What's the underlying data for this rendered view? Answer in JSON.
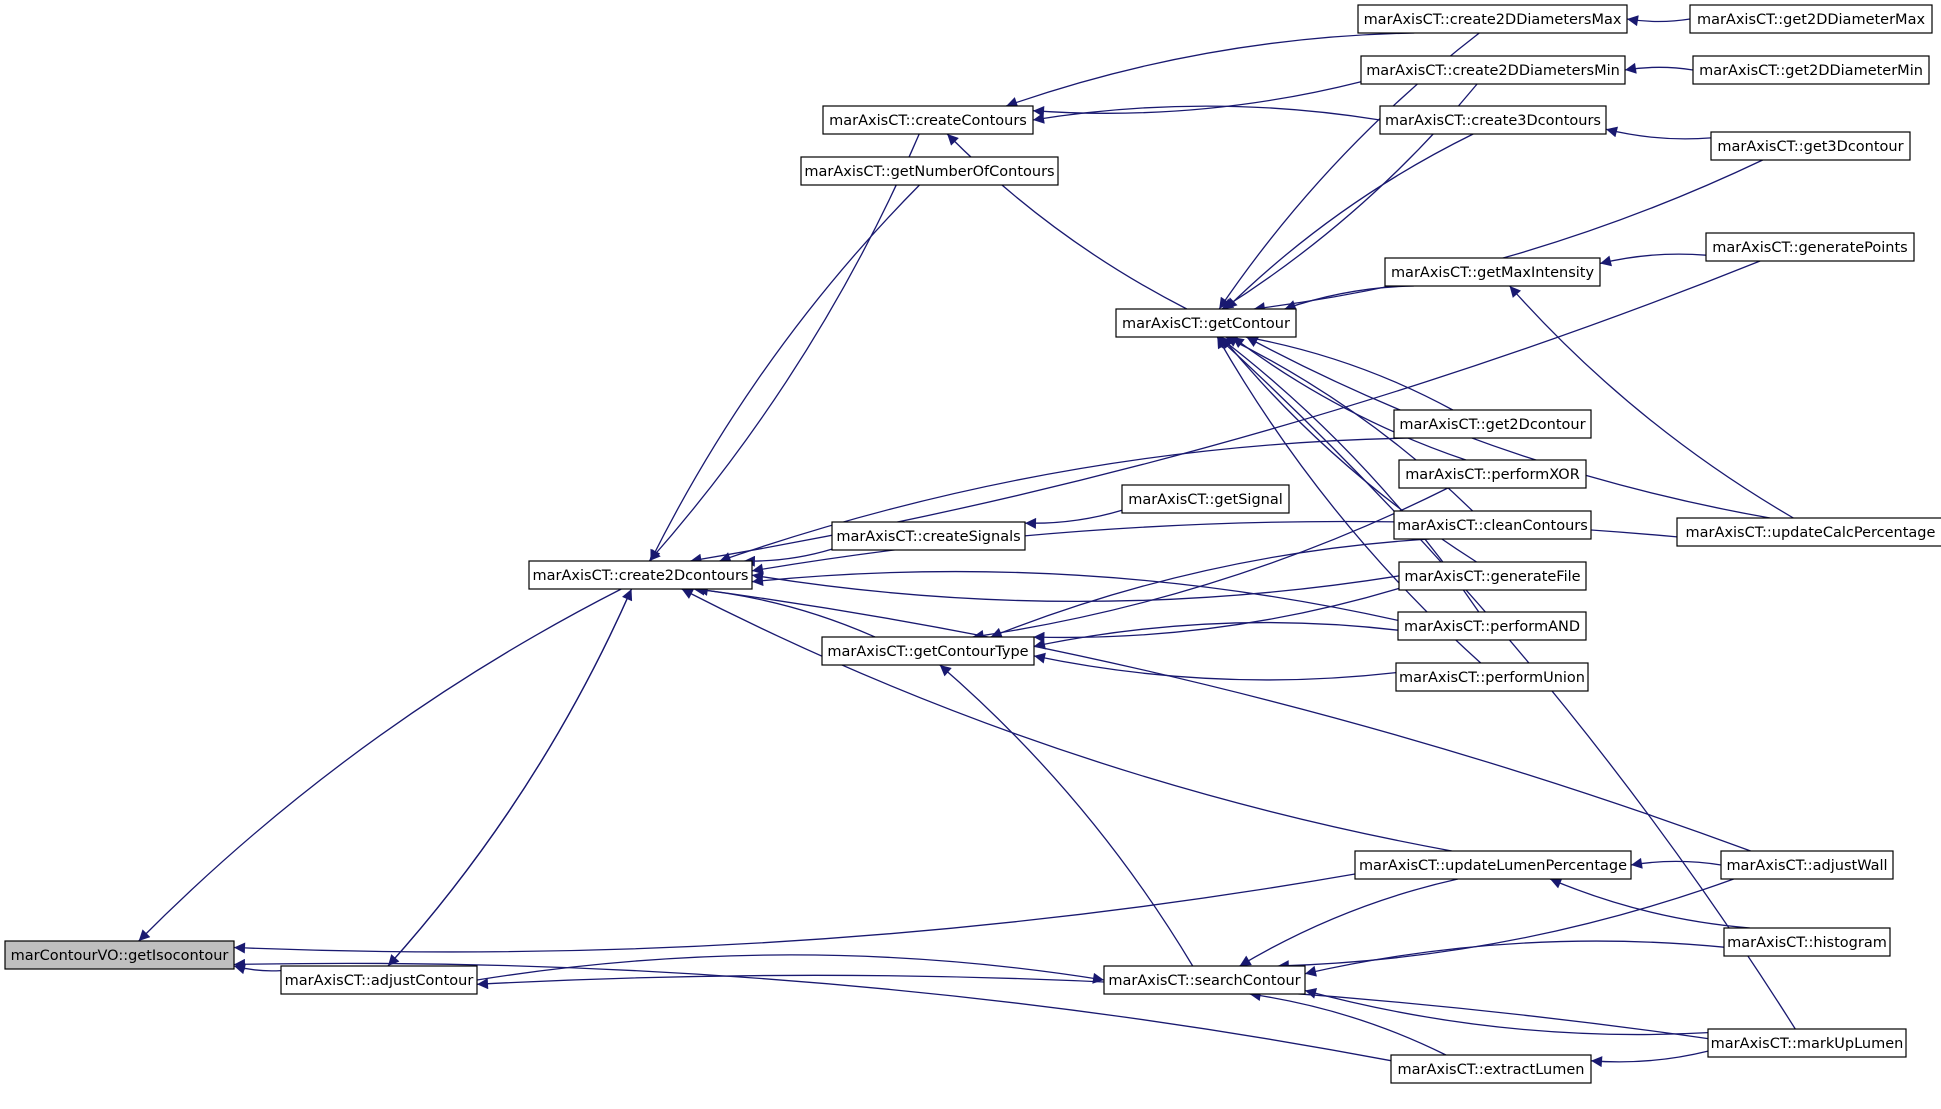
{
  "colors": {
    "edge": "#191970",
    "node_border": "#000000",
    "node_fill": "#ffffff",
    "root_fill": "#bfbfbf"
  },
  "nodes": {
    "getIsocontour": "marContourVO::getIsocontour",
    "adjustContour": "marAxisCT::adjustContour",
    "create2Dcontours": "marAxisCT::create2Dcontours",
    "createContours": "marAxisCT::createContours",
    "getNumberOfContours": "marAxisCT::getNumberOfContours",
    "createSignals": "marAxisCT::createSignals",
    "getContourType": "marAxisCT::getContourType",
    "getContour": "marAxisCT::getContour",
    "getSignal": "marAxisCT::getSignal",
    "searchContour": "marAxisCT::searchContour",
    "updateLumenPercentage": "marAxisCT::updateLumenPercentage",
    "extractLumen": "marAxisCT::extractLumen",
    "create2DDiametersMax": "marAxisCT::create2DDiametersMax",
    "create2DDiametersMin": "marAxisCT::create2DDiametersMin",
    "create3Dcontours": "marAxisCT::create3Dcontours",
    "getMaxIntensity": "marAxisCT::getMaxIntensity",
    "get2Dcontour": "marAxisCT::get2Dcontour",
    "performXOR": "marAxisCT::performXOR",
    "cleanContours": "marAxisCT::cleanContours",
    "generateFile": "marAxisCT::generateFile",
    "performAND": "marAxisCT::performAND",
    "performUnion": "marAxisCT::performUnion",
    "get2DDiameterMax": "marAxisCT::get2DDiameterMax",
    "get2DDiameterMin": "marAxisCT::get2DDiameterMin",
    "get3Dcontour": "marAxisCT::get3Dcontour",
    "generatePoints": "marAxisCT::generatePoints",
    "updateCalcPercentage": "marAxisCT::updateCalcPercentage",
    "adjustWall": "marAxisCT::adjustWall",
    "histogram": "marAxisCT::histogram",
    "markUpLumen": "marAxisCT::markUpLumen"
  },
  "root_node": "getIsocontour",
  "edges": [
    [
      "adjustContour",
      "getIsocontour"
    ],
    [
      "create2Dcontours",
      "getIsocontour"
    ],
    [
      "updateLumenPercentage",
      "getIsocontour"
    ],
    [
      "extractLumen",
      "getIsocontour"
    ],
    [
      "create2Dcontours",
      "adjustContour"
    ],
    [
      "markUpLumen",
      "adjustContour"
    ],
    [
      "adjustContour",
      "searchContour"
    ],
    [
      "adjustContour",
      "create2Dcontours"
    ],
    [
      "createContours",
      "create2Dcontours"
    ],
    [
      "getNumberOfContours",
      "create2Dcontours"
    ],
    [
      "createSignals",
      "create2Dcontours"
    ],
    [
      "getContourType",
      "create2Dcontours"
    ],
    [
      "generatePoints",
      "create2Dcontours"
    ],
    [
      "get2Dcontour",
      "create2Dcontours"
    ],
    [
      "generateFile",
      "create2Dcontours"
    ],
    [
      "performAND",
      "create2Dcontours"
    ],
    [
      "updateLumenPercentage",
      "create2Dcontours"
    ],
    [
      "adjustWall",
      "create2Dcontours"
    ],
    [
      "getSignal",
      "createSignals"
    ],
    [
      "create2DDiametersMax",
      "createContours"
    ],
    [
      "create2DDiametersMin",
      "createContours"
    ],
    [
      "create3Dcontours",
      "createContours"
    ],
    [
      "getContour",
      "createContours"
    ],
    [
      "create2DDiametersMax",
      "getContour"
    ],
    [
      "create2DDiametersMin",
      "getContour"
    ],
    [
      "create3Dcontours",
      "getContour"
    ],
    [
      "get3Dcontour",
      "getContour"
    ],
    [
      "getMaxIntensity",
      "getContour"
    ],
    [
      "updateCalcPercentage",
      "getContour"
    ],
    [
      "get2Dcontour",
      "getContour"
    ],
    [
      "performXOR",
      "getContour"
    ],
    [
      "cleanContours",
      "getContour"
    ],
    [
      "generateFile",
      "getContour"
    ],
    [
      "performAND",
      "getContour"
    ],
    [
      "performUnion",
      "getContour"
    ],
    [
      "markUpLumen",
      "getContour"
    ],
    [
      "performXOR",
      "getContourType"
    ],
    [
      "cleanContours",
      "getContourType"
    ],
    [
      "generateFile",
      "getContourType"
    ],
    [
      "performAND",
      "getContourType"
    ],
    [
      "performUnion",
      "getContourType"
    ],
    [
      "searchContour",
      "getContourType"
    ],
    [
      "get2DDiameterMax",
      "create2DDiametersMax"
    ],
    [
      "get2DDiameterMin",
      "create2DDiametersMin"
    ],
    [
      "get3Dcontour",
      "create3Dcontours"
    ],
    [
      "generatePoints",
      "getMaxIntensity"
    ],
    [
      "updateCalcPercentage",
      "getMaxIntensity"
    ],
    [
      "adjustWall",
      "updateLumenPercentage"
    ],
    [
      "histogram",
      "updateLumenPercentage"
    ],
    [
      "updateLumenPercentage",
      "searchContour"
    ],
    [
      "adjustWall",
      "searchContour"
    ],
    [
      "histogram",
      "searchContour"
    ],
    [
      "markUpLumen",
      "searchContour"
    ],
    [
      "extractLumen",
      "searchContour"
    ],
    [
      "markUpLumen",
      "extractLumen"
    ],
    [
      "updateCalcPercentage",
      "create2Dcontours"
    ]
  ]
}
